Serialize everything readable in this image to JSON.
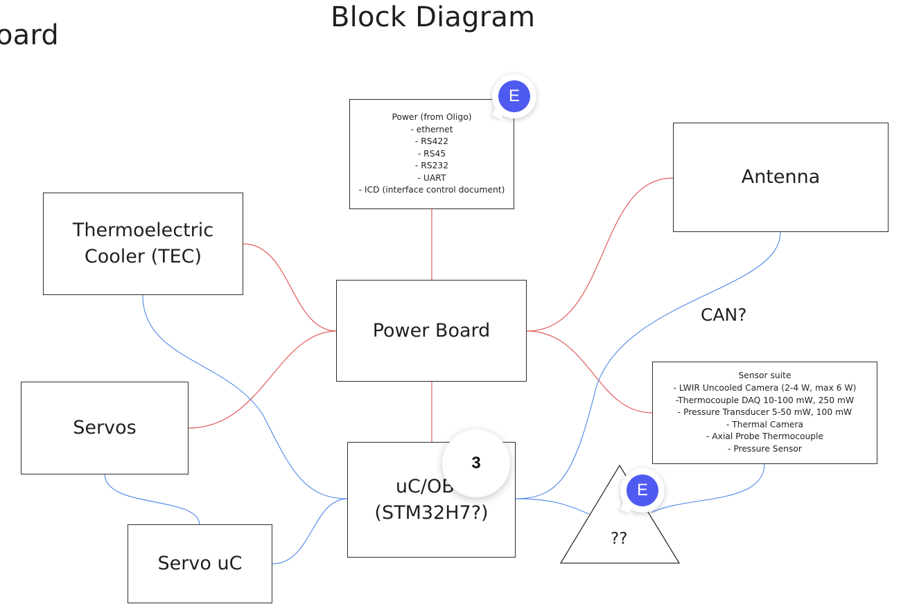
{
  "headings": {
    "page_title": "Block Diagram",
    "cut_title": "oard"
  },
  "blocks": {
    "power_input": {
      "lines": [
        "Power (from Oligo)",
        "- ethernet",
        "- RS422",
        "- RS45",
        "- RS232",
        "- UART",
        "- ICD (interface control document)"
      ]
    },
    "antenna": {
      "line1": "Antenna"
    },
    "tec": {
      "line1": "Thermoelectric",
      "line2": "Cooler (TEC)"
    },
    "power_board": {
      "line1": "Power Board"
    },
    "servos": {
      "line1": "Servos"
    },
    "uc_obc": {
      "line1": "uC/OBC",
      "line2": "(STM32H7?)"
    },
    "servo_uc": {
      "line1": "Servo uC"
    },
    "sensor_suite": {
      "lines": [
        "Sensor suite",
        "- LWIR Uncooled Camera (2-4 W, max 6 W)",
        "-Thermocouple DAQ 10-100 mW, 250 mW",
        "- Pressure Transducer 5-50 mW, 100 mW",
        "- Thermal Camera",
        "- Axial Probe Thermocouple",
        "- Pressure Sensor"
      ]
    },
    "unknown": {
      "label": "??"
    }
  },
  "annotations": {
    "can_label": "CAN?"
  },
  "collaborators": {
    "avatar_top": {
      "initial": "E",
      "color": "#4f5bf0"
    },
    "avatar_bottom": {
      "initial": "E",
      "color": "#4f5bf0"
    },
    "count_badge": "3"
  },
  "colors": {
    "power_wire": "#e05a5a",
    "data_wire": "#5b8fe8"
  }
}
